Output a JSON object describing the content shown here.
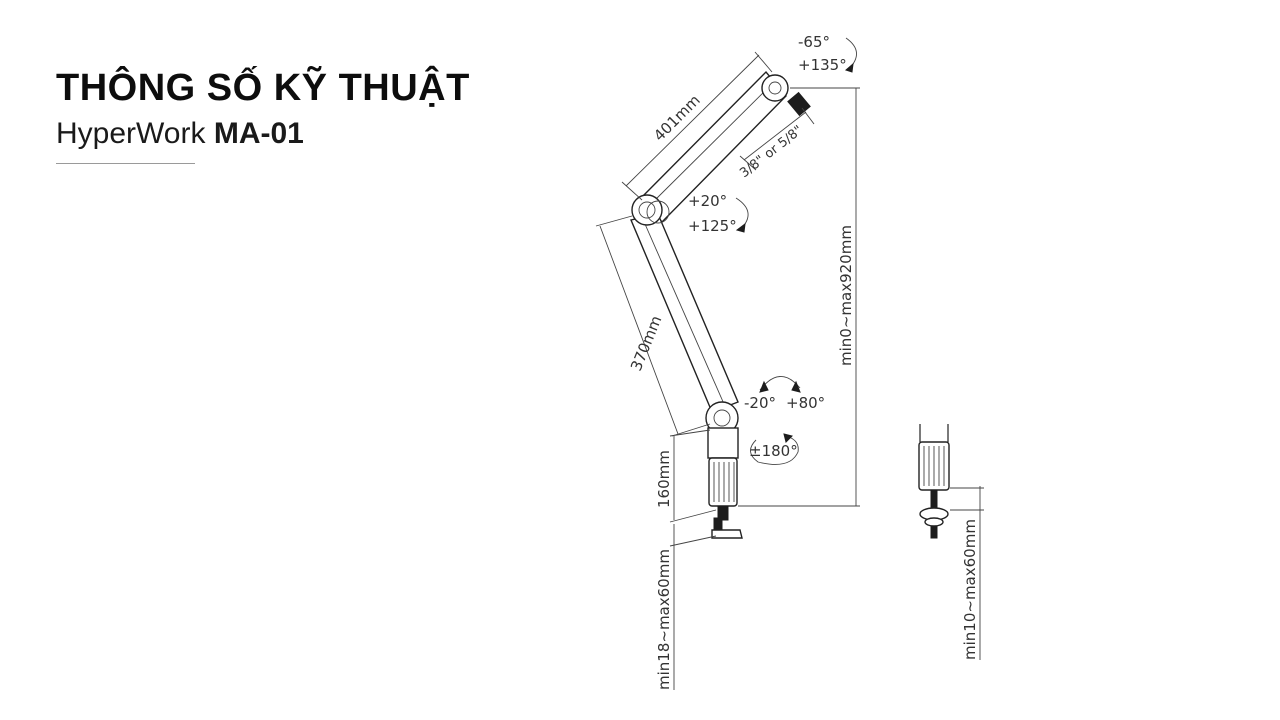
{
  "heading": {
    "title": "THÔNG SỐ KỸ THUẬT",
    "brand": "HyperWork",
    "model": "MA-01"
  },
  "diagram": {
    "dims": {
      "upper_arm": "401mm",
      "lower_arm": "370mm",
      "base_height": "160mm",
      "reach": "min0~max920mm",
      "clamp_range": "min18~max60mm",
      "grommet_range": "min10~max60mm",
      "thread": "3/8\" or 5/8\""
    },
    "angles": {
      "tip_a": "-65°",
      "tip_b": "+135°",
      "elbow_a": "+20°",
      "elbow_b": "+125°",
      "base_a": "-20°",
      "base_b": "+80°",
      "swivel": "±180°"
    }
  }
}
